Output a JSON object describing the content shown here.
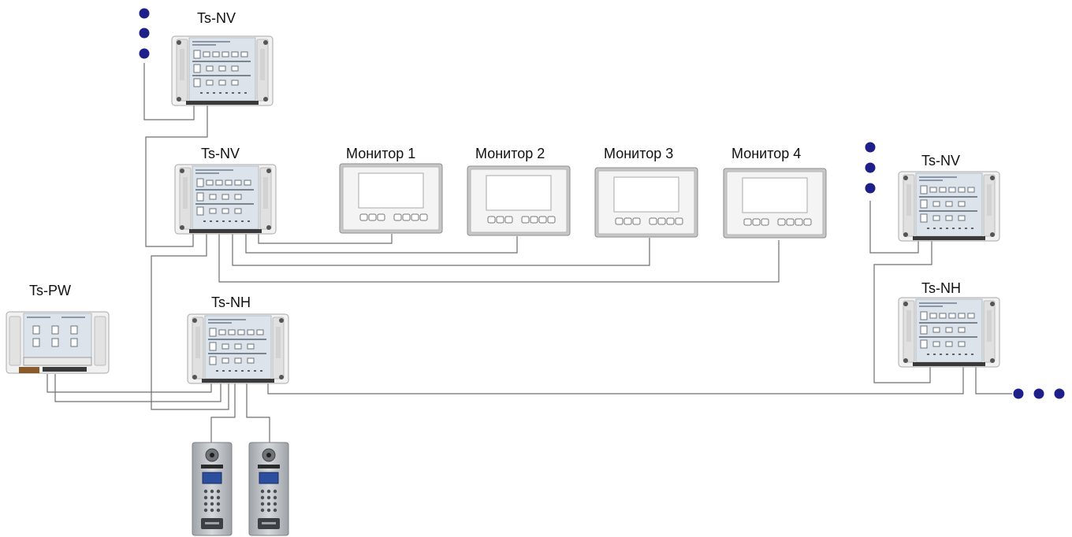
{
  "labels": {
    "nv_top": "Ts-NV",
    "nv_mid": "Ts-NV",
    "nv_right": "Ts-NV",
    "monitor1": "Монитор 1",
    "monitor2": "Монитор 2",
    "monitor3": "Монитор 3",
    "monitor4": "Монитор 4",
    "pw": "Ts-PW",
    "nh_left": "Ts-NH",
    "nh_right": "Ts-NH"
  },
  "colors": {
    "wire": "#6f6f6f",
    "dot": "#1f1f8a",
    "module_body": "#ececec",
    "module_face": "#cbd6e2",
    "monitor_frame": "#c9c9c9",
    "monitor_screen": "#f2f2f2",
    "panel_metal": "#b9bdc1",
    "panel_display": "#2b4f9e"
  },
  "icons": {
    "continuation": "three-dot-continuation"
  }
}
